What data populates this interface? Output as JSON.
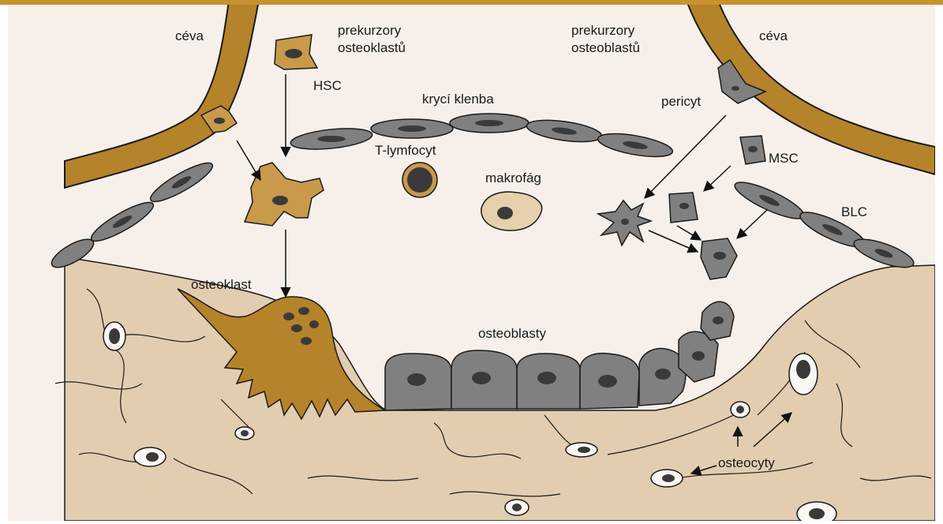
{
  "labels": {
    "ceva_left": "céva",
    "prekurzory_osteoklastu_1": "prekurzory",
    "prekurzory_osteoklastu_2": "osteoklastů",
    "hsc": "HSC",
    "prekurzory_osteoblastu_1": "prekurzory",
    "prekurzory_osteoblastu_2": "osteoblastů",
    "ceva_right": "céva",
    "kryci_klenba": "krycí klenba",
    "pericyt": "pericyt",
    "t_lymfocyt": "T-lymfocyt",
    "msc": "MSC",
    "makrofag": "makrofág",
    "blc": "BLC",
    "osteoklast": "osteoklast",
    "osteoblasty": "osteoblasty",
    "osteocyty": "osteocyty"
  },
  "colors": {
    "accent_bar": "#c8922f",
    "background": "#f7f0ea",
    "bone_matrix": "#e2cdb0",
    "vessel": "#b5832a",
    "osteoclast": "#b5832a",
    "osteoblast_gray": "#808080",
    "nucleus": "#3a3a3a",
    "macrophage": "#e6cfac",
    "osteocyte_lacuna": "#fbf7f2"
  }
}
